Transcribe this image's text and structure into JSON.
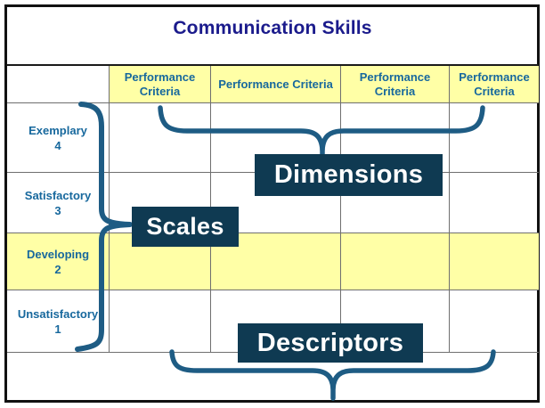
{
  "title": "Communication Skills",
  "header_cells": [
    "Performance Criteria",
    "Performance Criteria",
    "Performance Criteria",
    "Performance Criteria"
  ],
  "scale_rows": [
    {
      "label": "Exemplary",
      "level": "4",
      "highlighted": false
    },
    {
      "label": "Satisfactory",
      "level": "3",
      "highlighted": false
    },
    {
      "label": "Developing",
      "level": "2",
      "highlighted": true
    },
    {
      "label": "Unsatisfactory",
      "level": "1",
      "highlighted": false
    }
  ],
  "callouts": {
    "scales": "Scales",
    "dimensions": "Dimensions",
    "descriptors": "Descriptors"
  },
  "colors": {
    "callout_box": "#0F3A52",
    "brace": "#1E5C84",
    "highlight_yellow": "#FFFFA6",
    "title_text": "#1B1B8C",
    "label_text": "#17689D",
    "grid_line": "#6f6f6f",
    "outer_border": "#111111"
  }
}
